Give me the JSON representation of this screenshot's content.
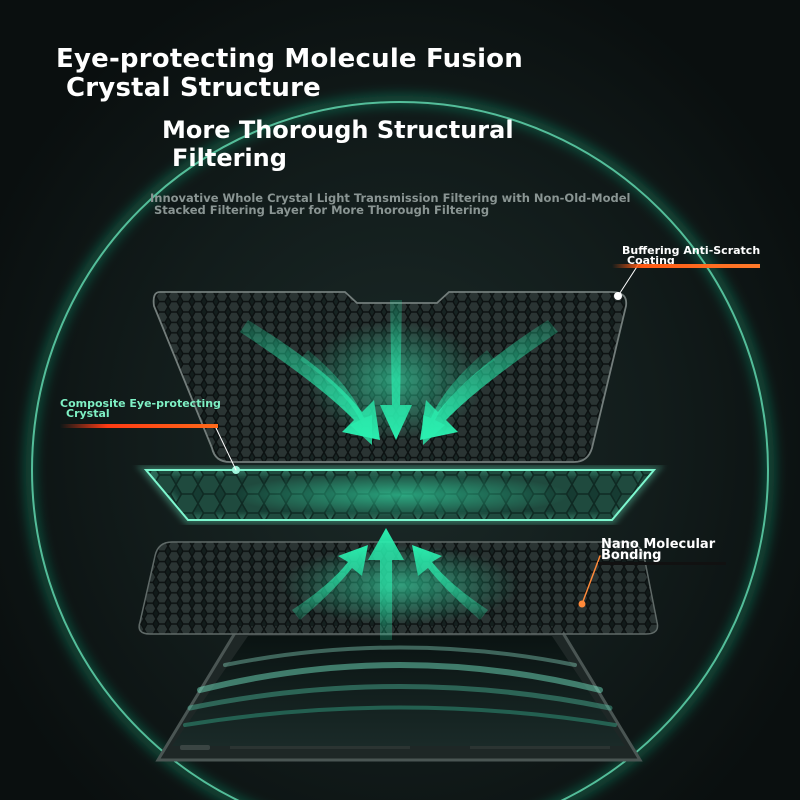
{
  "headline": {
    "line1": "Eye-protecting Molecule Fusion",
    "line2": "Crystal Structure"
  },
  "subheadline": {
    "line1": "More Thorough Structural",
    "line2": "Filtering"
  },
  "description": {
    "line1": "Innovative Whole Crystal Light Transmission Filtering with Non-Old-Model",
    "line2": "Stacked Filtering Layer for More Thorough Filtering"
  },
  "callouts": {
    "top_layer": {
      "line1": "Buffering Anti-Scratch",
      "line2": "Coating"
    },
    "middle_layer": {
      "line1": "Composite Eye-protecting",
      "line2": "Crystal"
    },
    "bottom_layer": {
      "line1": "Nano Molecular",
      "line2": "Bonding"
    }
  },
  "colors": {
    "accent_green": "#23e8a8",
    "glow_green": "#7ef0c4",
    "callout_orange": "#ff5a14",
    "background": "#0b1211"
  }
}
